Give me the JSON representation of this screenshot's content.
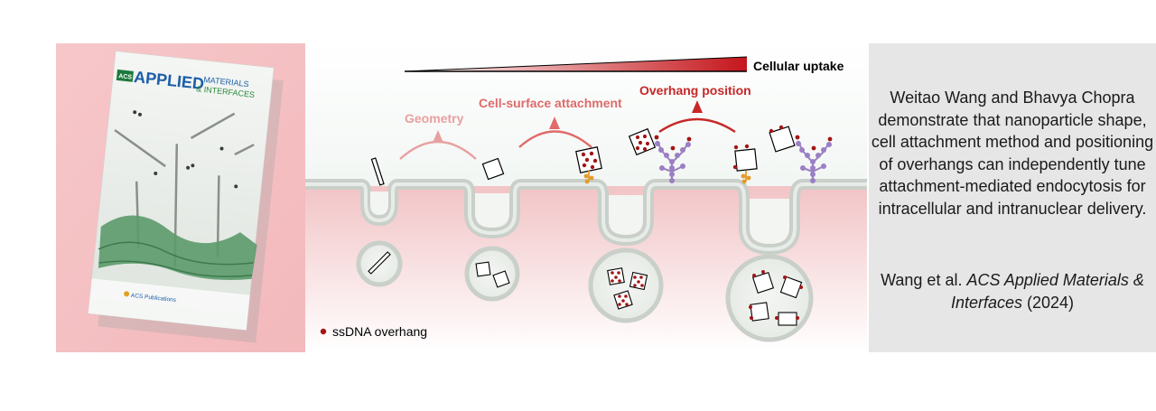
{
  "journal_cover": {
    "brand": "ACS",
    "title_line1": "APPLIED",
    "title_line1b": "MATERIALS",
    "title_line2": "& INTERFACES",
    "publisher": "ACS Publications"
  },
  "diagram": {
    "gradient_label": "Cellular uptake",
    "factor_geometry": "Geometry",
    "factor_cell_surface": "Cell-surface attachment",
    "factor_overhang": "Overhang position",
    "legend_label": "ssDNA overhang",
    "colors": {
      "membrane": "#c9cfc9",
      "cytoplasm_pink": "#f4c9c9",
      "overhang_red": "#a31515",
      "arrow_geometry": "#e8a0a0",
      "arrow_cell_surface": "#df6b6b",
      "arrow_overhang": "#c62828",
      "receptor_purple": "#9b7fc4",
      "anchor_orange": "#e39b2a"
    }
  },
  "caption": {
    "body": "Weitao Wang and Bhavya Chopra demonstrate that nanoparticle shape, cell attachment method and positioning of overhangs can independently tune attachment-mediated endocytosis for intracellular and intranuclear delivery.",
    "citation_authors": "Wang et al.",
    "citation_journal": "ACS Applied Materials & Interfaces",
    "citation_year": "(2024)"
  }
}
